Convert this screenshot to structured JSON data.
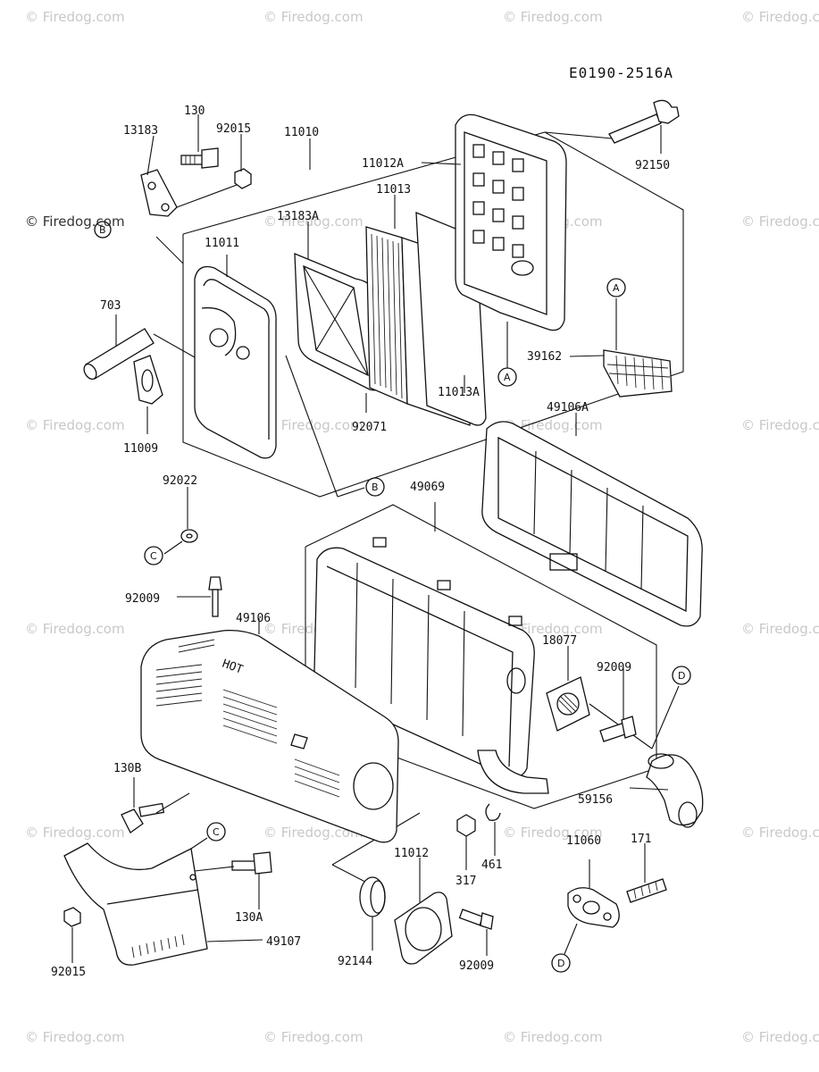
{
  "diagram_code": "E0190-2516A",
  "watermark": "© Firedog.com",
  "reference_letters": {
    "a": "A",
    "b": "B",
    "c": "C",
    "d": "D"
  },
  "part_numbers": {
    "p13183": "13183",
    "p130": "130",
    "p92015_top": "92015",
    "p11010": "11010",
    "p11012A": "11012A",
    "p11013": "11013",
    "p13183A": "13183A",
    "p11011": "11011",
    "p703": "703",
    "p11009": "11009",
    "p92071": "92071",
    "p11013A": "11013A",
    "p39162": "39162",
    "p92150": "92150",
    "p49106A": "49106A",
    "p92022": "92022",
    "p49069": "49069",
    "p92009_a": "92009",
    "p49106": "49106",
    "p18077": "18077",
    "p92009_b": "92009",
    "p130B": "130B",
    "p59156": "59156",
    "p11012": "11012",
    "p11060": "11060",
    "p171": "171",
    "p461": "461",
    "p317": "317",
    "p130A": "130A",
    "p49107": "49107",
    "p92015_bot": "92015",
    "p92144": "92144",
    "p92009_c": "92009"
  },
  "stamped_text": "HOT"
}
